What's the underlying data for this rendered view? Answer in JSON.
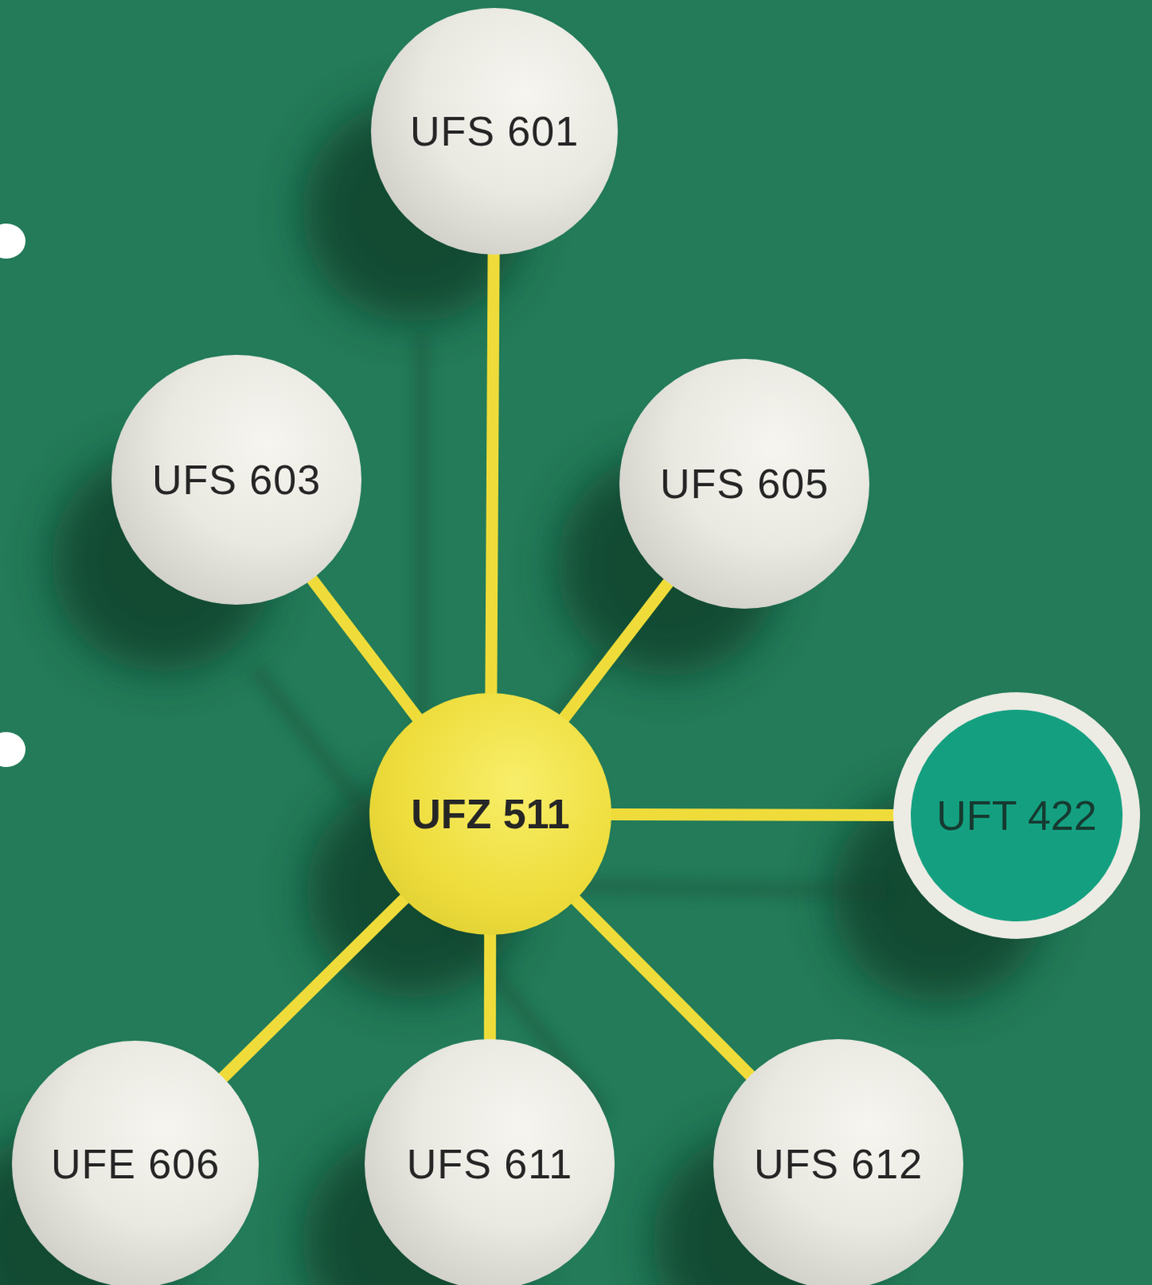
{
  "diagram": {
    "nodes": [
      {
        "text": [
          "UFS 601"
        ]
      },
      {
        "text": [
          "UFS 603"
        ]
      },
      {
        "text": [
          "UFS 605"
        ]
      },
      {
        "text": [
          "UFZ 511"
        ]
      },
      {
        "text": [
          "UFT 422"
        ]
      },
      {
        "text": [
          "UFE 606"
        ]
      },
      {
        "text": [
          "UFS 611"
        ]
      },
      {
        "text": [
          "UFS 612"
        ]
      }
    ],
    "edges": [
      {
        "from": 3,
        "to": 0,
        "arrow": "none"
      },
      {
        "from": 3,
        "to": 1,
        "arrow": "none"
      },
      {
        "from": 3,
        "to": 2,
        "arrow": "none"
      },
      {
        "from": 3,
        "to": 4,
        "arrow": "none"
      },
      {
        "from": 3,
        "to": 5,
        "arrow": "none"
      },
      {
        "from": 3,
        "to": 6,
        "arrow": "none"
      },
      {
        "from": 3,
        "to": 7,
        "arrow": "none"
      }
    ]
  }
}
